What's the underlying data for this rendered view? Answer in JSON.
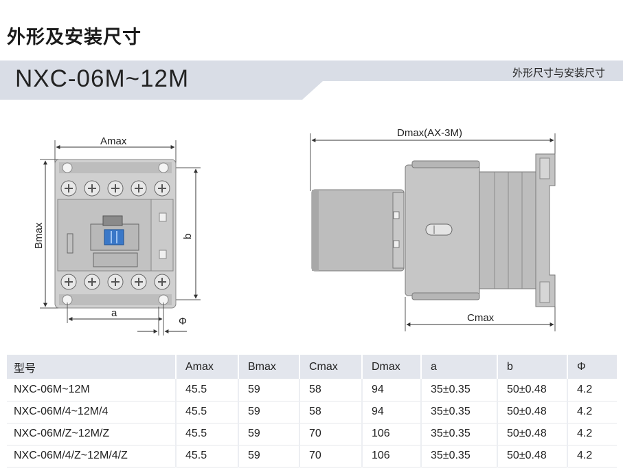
{
  "page": {
    "title": "外形及安装尺寸"
  },
  "banner": {
    "model": "NXC-06M~12M",
    "subtitle": "外形尺寸与安装尺寸"
  },
  "front_view": {
    "labels": {
      "amax": "Amax",
      "bmax": "Bmax",
      "a": "a",
      "b": "b",
      "phi": "Φ"
    }
  },
  "side_view": {
    "labels": {
      "dmax": "Dmax(AX-3M)",
      "cmax": "Cmax"
    }
  },
  "table": {
    "headers": [
      "型号",
      "Amax",
      "Bmax",
      "Cmax",
      "Dmax",
      "a",
      "b",
      "Φ"
    ],
    "rows": [
      [
        "NXC-06M~12M",
        "45.5",
        "59",
        "58",
        "94",
        "35±0.35",
        "50±0.48",
        "4.2"
      ],
      [
        "NXC-06M/4~12M/4",
        "45.5",
        "59",
        "58",
        "94",
        "35±0.35",
        "50±0.48",
        "4.2"
      ],
      [
        "NXC-06M/Z~12M/Z",
        "45.5",
        "59",
        "70",
        "106",
        "35±0.35",
        "50±0.48",
        "4.2"
      ],
      [
        "NXC-06M/4/Z~12M/4/Z",
        "45.5",
        "59",
        "70",
        "106",
        "35±0.35",
        "50±0.48",
        "4.2"
      ]
    ]
  },
  "colors": {
    "banner_bg": "#d9dde6",
    "device_body": "#c8c8c8",
    "device_dark": "#9a9a9a",
    "button_blue": "#3a78c8",
    "table_header_bg": "#e3e6ed"
  }
}
